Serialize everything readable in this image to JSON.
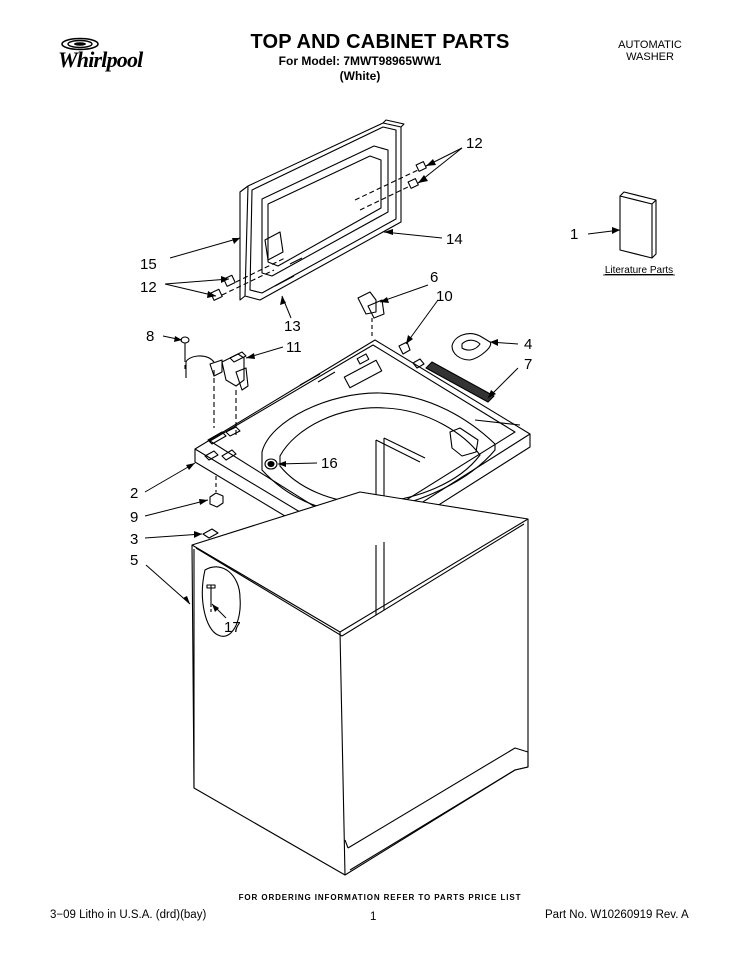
{
  "header": {
    "brand": "Whirlpool",
    "title": "TOP AND CABINET PARTS",
    "model_line": "For Model: 7MWT98965WW1",
    "color_line": "(White)",
    "appliance_line1": "AUTOMATIC",
    "appliance_line2": "WASHER"
  },
  "literature_label": "Literature Parts",
  "callouts": [
    "12",
    "14",
    "1",
    "15",
    "12",
    "6",
    "10",
    "13",
    "8",
    "11",
    "4",
    "7",
    "16",
    "2",
    "9",
    "3",
    "5",
    "17"
  ],
  "footer": {
    "ordering": "FOR ORDERING INFORMATION REFER TO PARTS PRICE LIST",
    "litho": "3−09 Litho in U.S.A. (drd)(bay)",
    "page": "1",
    "part_no": "Part No. W10260919 Rev. A"
  }
}
